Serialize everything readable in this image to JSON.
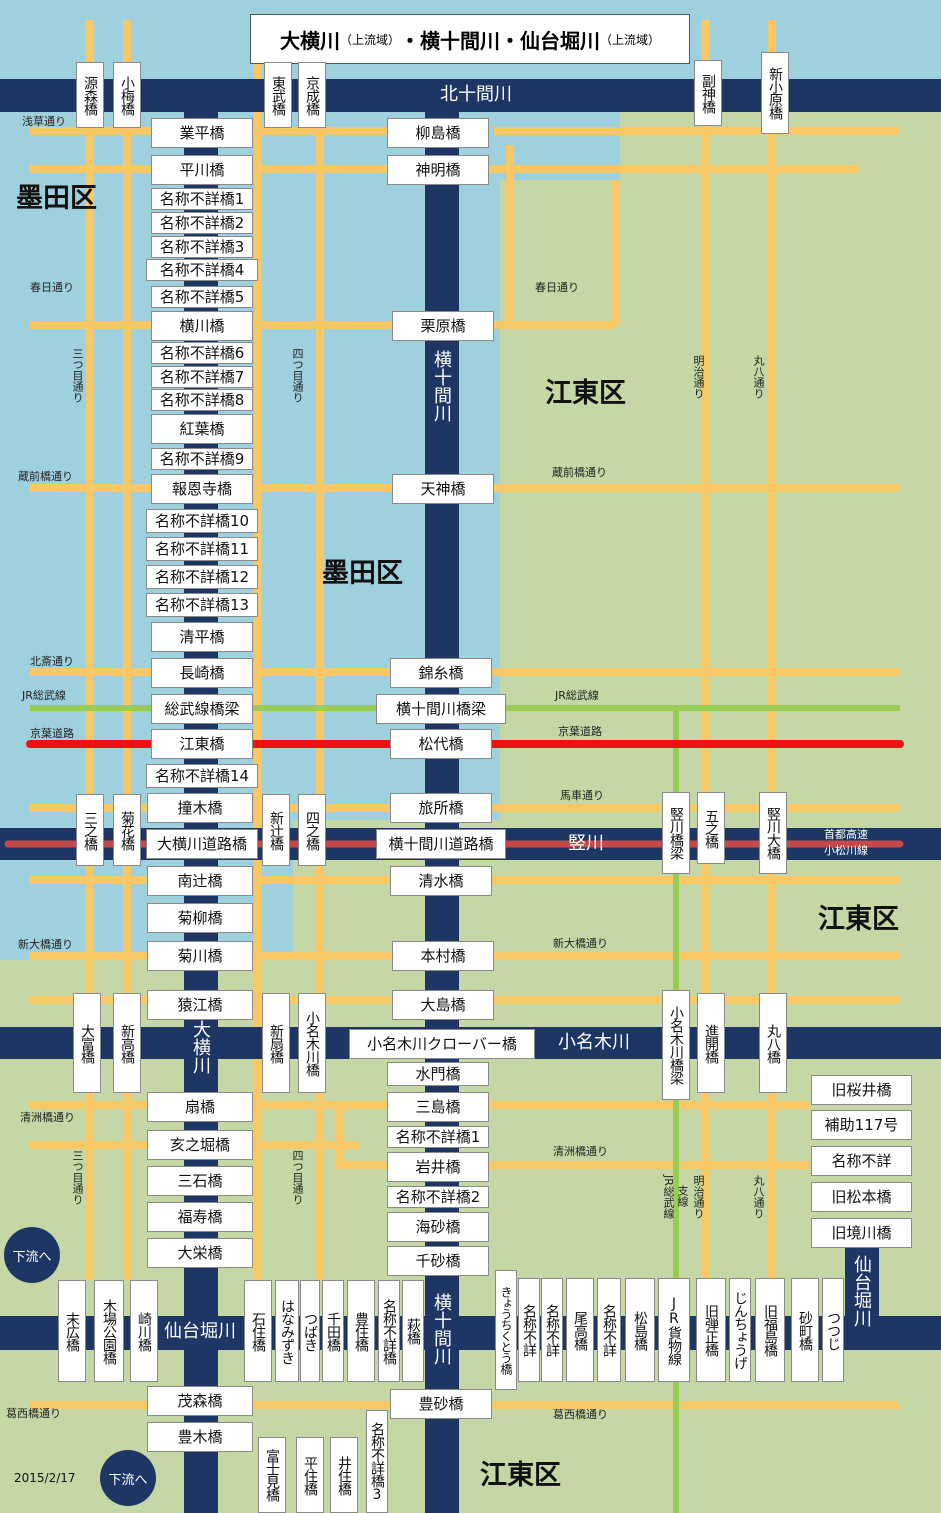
{
  "title": {
    "part1": "大横川",
    "sub1": "（上流域）",
    "sep": "・",
    "part2": "横十間川・仙台堀川",
    "sub2": "（上流域）"
  },
  "date": "2015/2/17",
  "downstream": [
    "下流へ",
    "下流へ"
  ],
  "colors": {
    "sumida": "#9fd0dd",
    "koto": "#c5d7a4",
    "river": "#1e3663",
    "road": "#f9c866",
    "jr": "#99cc55",
    "shuto": "#c44a4a",
    "keiyo": "#ee1111"
  },
  "wards": [
    "墨田区",
    "墨田区",
    "江東区",
    "江東区",
    "江東区"
  ],
  "rivers": {
    "kitajukken": "北十間川",
    "tatekawa": "竪川",
    "onagi": "小名木川",
    "sendaibori": "仙台堀川",
    "oyokokawa": "大横川",
    "yokojukken1": "横十間川",
    "yokojukken2": "横十間川"
  },
  "roads": {
    "asakusa": "浅草通り",
    "kasuga_w": "春日通り",
    "kasuga_e": "春日通り",
    "mitsume1": "三つ目通り",
    "yotsume1": "四つ目通り",
    "meiji1": "明治通り",
    "maruhachi1": "丸八通り",
    "kuramae_w": "蔵前橋通り",
    "kuramae_e": "蔵前橋通り",
    "hokusai": "北斎通り",
    "jr_w": "JR総武線",
    "jr_e": "JR総武線",
    "keiyo_w": "京葉道路",
    "keiyo_e": "京葉道路",
    "umaguruma": "馬車通り",
    "shuto1": "首都高速",
    "shuto2": "小松川線",
    "shinohashi_w": "新大橋通り",
    "shinohashi_e": "新大橋通り",
    "kiyosu_w": "清洲橋通り",
    "kiyosu_e": "清洲橋通り",
    "mitsume2": "三つ目通り",
    "yotsume2": "四つ目通り",
    "jr_freight1": "JR総武線",
    "jr_freight2": "支線",
    "meiji2": "明治通り",
    "maruhachi2": "丸八通り",
    "kasai_w": "葛西橋通り",
    "kasai_e": "葛西橋通り"
  },
  "bridges": {
    "oyokokawa": [
      "業平橋",
      "平川橋",
      "名称不詳橋1",
      "名称不詳橋2",
      "名称不詳橋3",
      "名称不詳橋4",
      "名称不詳橋5",
      "横川橋",
      "名称不詳橋6",
      "名称不詳橋7",
      "名称不詳橋8",
      "紅葉橋",
      "名称不詳橋9",
      "報恩寺橋",
      "名称不詳橋10",
      "名称不詳橋11",
      "名称不詳橋12",
      "名称不詳橋13",
      "清平橋",
      "長崎橋",
      "総武線橋梁",
      "江東橋",
      "名称不詳橋14",
      "撞木橋",
      "大横川道路橋",
      "南辻橋",
      "菊柳橋",
      "菊川橋",
      "猿江橋",
      "扇橋",
      "亥之堀橋",
      "三石橋",
      "福寿橋",
      "大栄橋",
      "茂森橋",
      "豊木橋"
    ],
    "yokojukken": [
      "柳島橋",
      "神明橋",
      "栗原橋",
      "天神橋",
      "錦糸橋",
      "横十間川橋梁",
      "松代橋",
      "旅所橋",
      "横十間川道路橋",
      "清水橋",
      "本村橋",
      "大島橋",
      "小名木川クローバー橋",
      "水門橋",
      "三島橋",
      "名称不詳橋1",
      "岩井橋",
      "名称不詳橋2",
      "海砂橋",
      "千砂橋",
      "豊砂橋"
    ],
    "kitajukken": [
      "源森橋",
      "小梅橋",
      "東武橋",
      "京成橋",
      "副神橋",
      "新小原橋"
    ],
    "tatekawa": [
      "三之橋",
      "菊花橋",
      "新辻橋",
      "四之橋",
      "竪川橋梁",
      "五之橋",
      "竪川大橋"
    ],
    "onagi": [
      "大富橋",
      "新高橋",
      "新扇橋",
      "小名木川橋",
      "小名木川橋梁",
      "進開橋",
      "丸八橋"
    ],
    "sendaibori": [
      "末広橋",
      "木場公園橋",
      "崎川橋",
      "石住橋",
      "はなみずき",
      "つばき",
      "千田橋",
      "豊住橋",
      "名称不詳橋",
      "萩橋",
      "きょうちくとう橋",
      "名称不詳",
      "名称不詳",
      "尾高橋",
      "名称不詳",
      "松島橋",
      "JR貨物線",
      "旧弾正橋",
      "じんちょうげ",
      "旧福島橋",
      "砂町橋",
      "つつじ"
    ],
    "lower": [
      "富士見橋",
      "平住橋",
      "井住橋",
      "名称不詳橋3"
    ],
    "sendai_upper": [
      "旧桜井橋",
      "補助117号",
      "名称不詳",
      "旧松本橋",
      "旧境川橋"
    ]
  }
}
